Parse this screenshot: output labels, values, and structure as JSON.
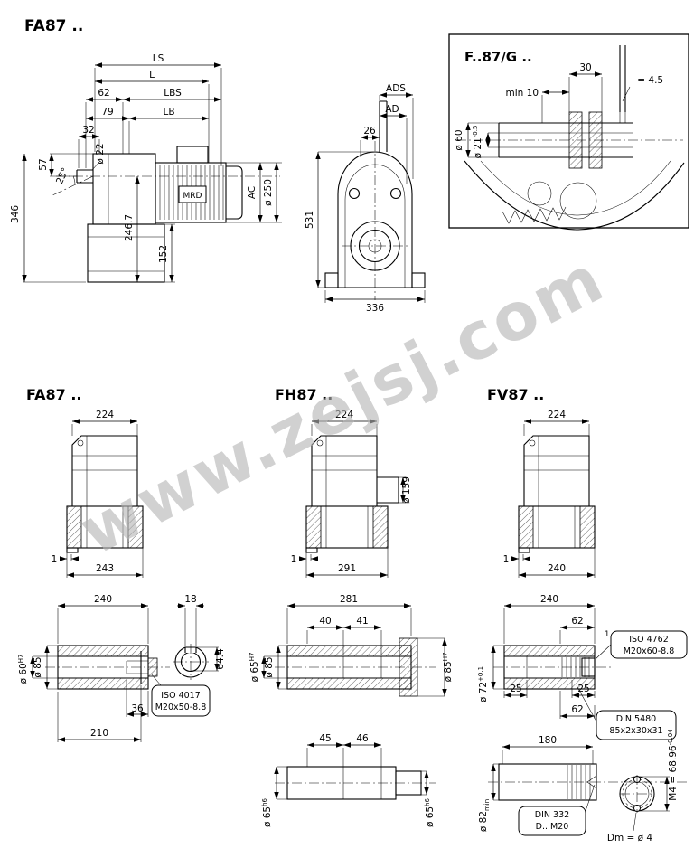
{
  "watermark": "www.zejsj.com",
  "top_side": {
    "title": "FA87 ..",
    "ls": "LS",
    "l": "L",
    "n62": "62",
    "lbs": "LBS",
    "n79": "79",
    "lb": "LB",
    "n32": "32",
    "d22": "ø 22",
    "n57": "57",
    "angle": "25°",
    "n346": "346",
    "n2467": "246.7",
    "n152": "152",
    "ac": "AC",
    "d250": "ø 250",
    "motor": "MRD"
  },
  "top_front": {
    "ads": "ADS",
    "ad": "AD",
    "n26": "26",
    "n531": "531",
    "n336": "336"
  },
  "detail": {
    "title": "F..87/G ..",
    "n30": "30",
    "min10": "min 10",
    "l45": "l = 4.5",
    "d60": "ø 60",
    "d21": "ø 21",
    "d21_tol": "-0.5"
  },
  "mid_fa": {
    "title": "FA87 ..",
    "w_top": "224",
    "w_bottom": "243",
    "lip": "1"
  },
  "mid_fh": {
    "title": "FH87 ..",
    "w_top": "224",
    "w_bottom": "291",
    "lip": "1",
    "d159": "ø 159"
  },
  "mid_fv": {
    "title": "FV87 ..",
    "w_top": "224",
    "w_bottom": "240",
    "lip": "1"
  },
  "det_fa": {
    "n240": "240",
    "n18": "18",
    "n644": "64.4",
    "d85": "ø 85",
    "d60": "ø 60",
    "d60_fit": "H7",
    "n36": "36",
    "n210": "210",
    "callout_l1": "ISO 4017",
    "callout_l2": "M20x50-8.8"
  },
  "det_fh": {
    "n281": "281",
    "n40": "40",
    "n41": "41",
    "d85": "ø 85",
    "d65": "ø 65",
    "d65_fit": "H7",
    "d85r": "ø 85",
    "d85r_fit": "H7",
    "n45": "45",
    "n46": "46",
    "d65l": "ø 65",
    "d65l_fit": "h6",
    "d65r": "ø 65",
    "d65r_fit": "h6"
  },
  "det_fv": {
    "n240": "240",
    "n62a": "62",
    "note1": "1",
    "callout1_l1": "ISO 4762",
    "callout1_l2": "M20x60-8.8",
    "n25l": "25",
    "n25r": "25",
    "d72": "ø 72",
    "d72_tol": "+0.1",
    "n62b": "62",
    "callout2_l1": "DIN 5480",
    "callout2_l2": "85x2x30x31",
    "n180": "180",
    "m4": "M4 = 68.96",
    "m4_tol": "-0.04",
    "callout3_l1": "DIN 332",
    "callout3_l2": "D.. M20",
    "d82": "ø 82",
    "d82_fit": "min",
    "dm": "Dm = ø 4"
  }
}
